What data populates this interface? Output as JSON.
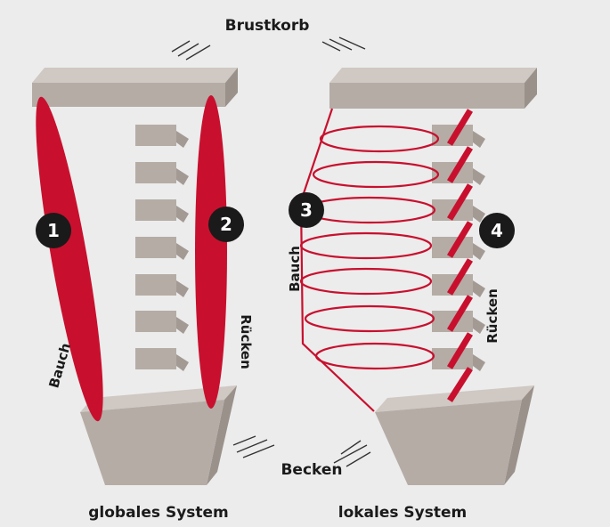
{
  "labels": {
    "top": "Brustkorb",
    "bottom": "Becken",
    "left_system": "globales System",
    "right_system": "lokales System",
    "left_belly": "Bauch",
    "left_back": "Rücken",
    "right_belly": "Bauch",
    "right_back": "Rücken"
  },
  "markers": [
    "1",
    "2",
    "3",
    "4"
  ],
  "colors": {
    "background": "#ececec",
    "muscle_red": "#c8102e",
    "bone_front": "#b5aca6",
    "bone_top": "#cfc8c3",
    "bone_side": "#9a918b",
    "marker_fill": "#1a1a1a"
  }
}
